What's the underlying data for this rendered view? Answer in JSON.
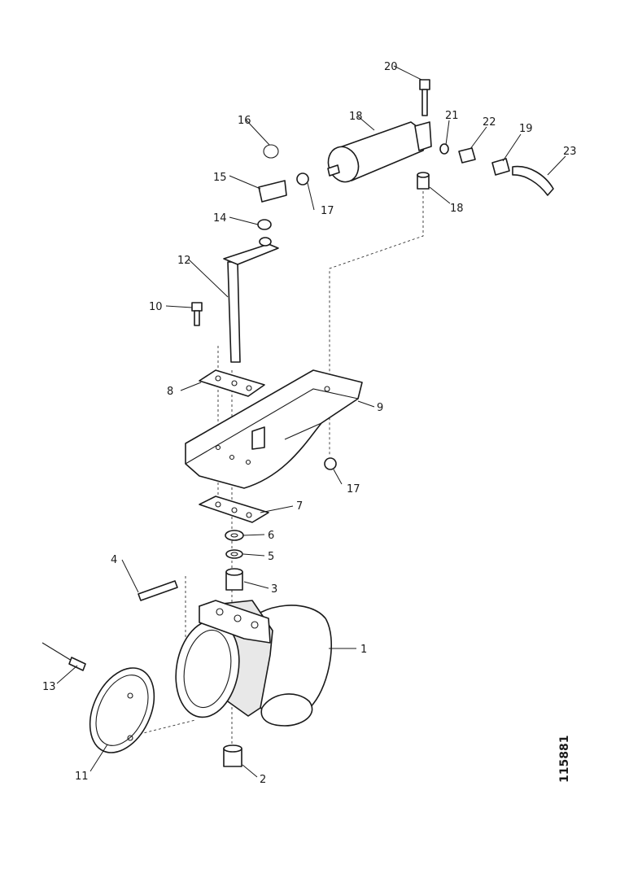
{
  "figure": {
    "reference_number": "115881",
    "part_labels": {
      "p1": "1",
      "p2": "2",
      "p3": "3",
      "p4": "4",
      "p5": "5",
      "p6": "6",
      "p7": "7",
      "p8": "8",
      "p9": "9",
      "p10": "10",
      "p11": "11",
      "p12": "12",
      "p13": "13",
      "p14": "14",
      "p15": "15",
      "p16": "16",
      "p17a": "17",
      "p17b": "17",
      "p18a": "18",
      "p18b": "18",
      "p19": "19",
      "p20": "20",
      "p21": "21",
      "p22": "22",
      "p23": "23"
    }
  }
}
